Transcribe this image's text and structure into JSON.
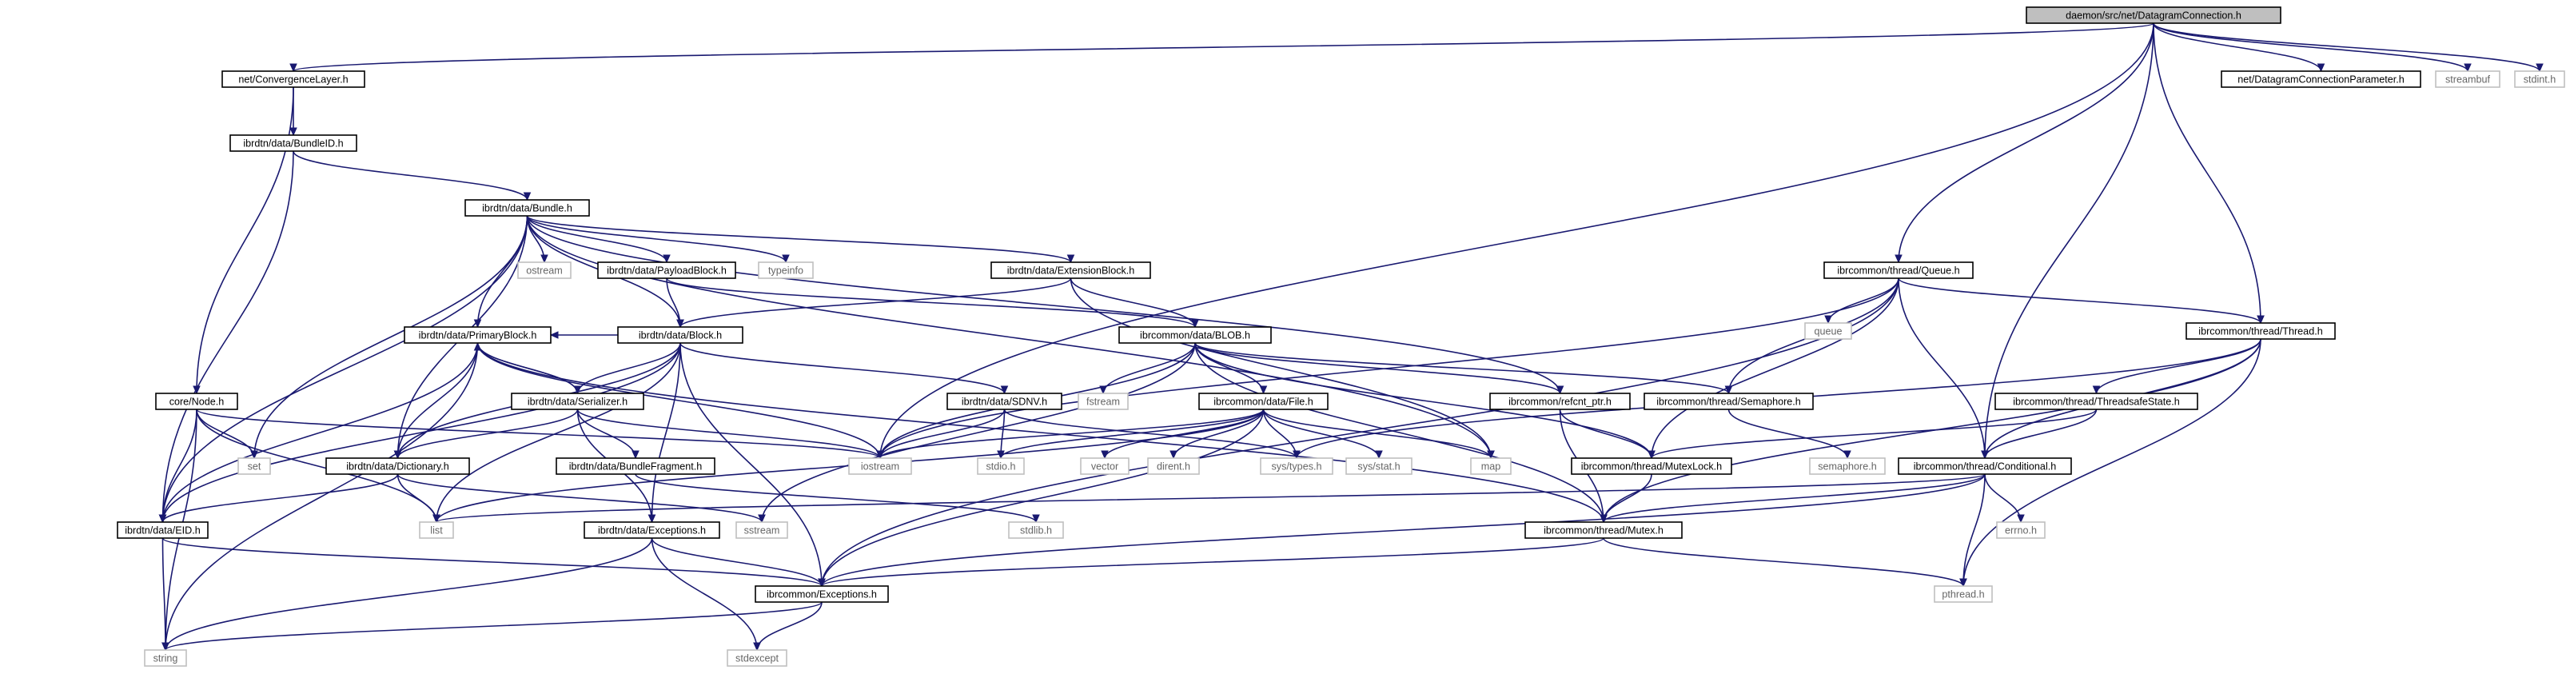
{
  "page": {
    "title": "daemon/src/net/DatagramConnection.h include dependency graph"
  },
  "colors": {
    "edge": "#191970",
    "root_fill": "#bfbfbf",
    "documented_border": "#000000",
    "undocumented_border": "#bfbfbf",
    "undocumented_text": "#666666"
  },
  "graph": {
    "nodes": [
      {
        "id": "root",
        "label": "daemon/src/net/DatagramConnection.h",
        "kind": "root"
      },
      {
        "id": "convergence",
        "label": "net/ConvergenceLayer.h",
        "kind": "documented"
      },
      {
        "id": "dgcparam",
        "label": "net/DatagramConnectionParameter.h",
        "kind": "documented"
      },
      {
        "id": "streambuf",
        "label": "streambuf",
        "kind": "external"
      },
      {
        "id": "stdint",
        "label": "stdint.h",
        "kind": "external"
      },
      {
        "id": "bundleid",
        "label": "ibrdtn/data/BundleID.h",
        "kind": "documented"
      },
      {
        "id": "bundle",
        "label": "ibrdtn/data/Bundle.h",
        "kind": "documented"
      },
      {
        "id": "ostream",
        "label": "ostream",
        "kind": "external"
      },
      {
        "id": "payload",
        "label": "ibrdtn/data/PayloadBlock.h",
        "kind": "documented"
      },
      {
        "id": "typeinfo",
        "label": "typeinfo",
        "kind": "external"
      },
      {
        "id": "extblock",
        "label": "ibrdtn/data/ExtensionBlock.h",
        "kind": "documented"
      },
      {
        "id": "queue_h",
        "label": "ibrcommon/thread/Queue.h",
        "kind": "documented"
      },
      {
        "id": "queue",
        "label": "queue",
        "kind": "external"
      },
      {
        "id": "thread",
        "label": "ibrcommon/thread/Thread.h",
        "kind": "documented"
      },
      {
        "id": "primary",
        "label": "ibrdtn/data/PrimaryBlock.h",
        "kind": "documented"
      },
      {
        "id": "block",
        "label": "ibrdtn/data/Block.h",
        "kind": "documented"
      },
      {
        "id": "blob",
        "label": "ibrcommon/data/BLOB.h",
        "kind": "documented"
      },
      {
        "id": "node",
        "label": "core/Node.h",
        "kind": "documented"
      },
      {
        "id": "serializer",
        "label": "ibrdtn/data/Serializer.h",
        "kind": "documented"
      },
      {
        "id": "sdnv",
        "label": "ibrdtn/data/SDNV.h",
        "kind": "documented"
      },
      {
        "id": "fstream",
        "label": "fstream",
        "kind": "external"
      },
      {
        "id": "file",
        "label": "ibrcommon/data/File.h",
        "kind": "documented"
      },
      {
        "id": "refcnt",
        "label": "ibrcommon/refcnt_ptr.h",
        "kind": "documented"
      },
      {
        "id": "semaphore_h",
        "label": "ibrcommon/thread/Semaphore.h",
        "kind": "documented"
      },
      {
        "id": "tsstate",
        "label": "ibrcommon/thread/ThreadsafeState.h",
        "kind": "documented"
      },
      {
        "id": "set",
        "label": "set",
        "kind": "external"
      },
      {
        "id": "iostream",
        "label": "iostream",
        "kind": "external"
      },
      {
        "id": "bundlefrag",
        "label": "ibrdtn/data/BundleFragment.h",
        "kind": "documented"
      },
      {
        "id": "stdio",
        "label": "stdio.h",
        "kind": "external"
      },
      {
        "id": "vector",
        "label": "vector",
        "kind": "external"
      },
      {
        "id": "dirent",
        "label": "dirent.h",
        "kind": "external"
      },
      {
        "id": "systypes",
        "label": "sys/types.h",
        "kind": "external"
      },
      {
        "id": "sysstat",
        "label": "sys/stat.h",
        "kind": "external"
      },
      {
        "id": "map",
        "label": "map",
        "kind": "external"
      },
      {
        "id": "mutexlock",
        "label": "ibrcommon/thread/MutexLock.h",
        "kind": "documented"
      },
      {
        "id": "semaphore",
        "label": "semaphore.h",
        "kind": "external"
      },
      {
        "id": "conditional",
        "label": "ibrcommon/thread/Conditional.h",
        "kind": "documented"
      },
      {
        "id": "dictionary",
        "label": "ibrdtn/data/Dictionary.h",
        "kind": "documented"
      },
      {
        "id": "list",
        "label": "list",
        "kind": "external"
      },
      {
        "id": "eid",
        "label": "ibrdtn/data/EID.h",
        "kind": "documented"
      },
      {
        "id": "ibrdtnexc",
        "label": "ibrdtn/data/Exceptions.h",
        "kind": "documented"
      },
      {
        "id": "sstream",
        "label": "sstream",
        "kind": "external"
      },
      {
        "id": "stdlib",
        "label": "stdlib.h",
        "kind": "external"
      },
      {
        "id": "mutex",
        "label": "ibrcommon/thread/Mutex.h",
        "kind": "documented"
      },
      {
        "id": "errno",
        "label": "errno.h",
        "kind": "external"
      },
      {
        "id": "ibrcommonexc",
        "label": "ibrcommon/Exceptions.h",
        "kind": "documented"
      },
      {
        "id": "pthread",
        "label": "pthread.h",
        "kind": "external"
      },
      {
        "id": "string",
        "label": "string",
        "kind": "external"
      },
      {
        "id": "stdexcept",
        "label": "stdexcept",
        "kind": "external"
      }
    ],
    "edges": [
      [
        "root",
        "convergence"
      ],
      [
        "root",
        "dgcparam"
      ],
      [
        "root",
        "streambuf"
      ],
      [
        "root",
        "stdint"
      ],
      [
        "root",
        "iostream"
      ],
      [
        "root",
        "queue_h"
      ],
      [
        "root",
        "thread"
      ],
      [
        "root",
        "conditional"
      ],
      [
        "convergence",
        "bundleid"
      ],
      [
        "convergence",
        "node"
      ],
      [
        "bundleid",
        "bundle"
      ],
      [
        "bundleid",
        "eid"
      ],
      [
        "bundle",
        "ostream"
      ],
      [
        "bundle",
        "payload"
      ],
      [
        "bundle",
        "typeinfo"
      ],
      [
        "bundle",
        "extblock"
      ],
      [
        "bundle",
        "primary"
      ],
      [
        "bundle",
        "block"
      ],
      [
        "bundle",
        "refcnt"
      ],
      [
        "bundle",
        "set"
      ],
      [
        "bundle",
        "map"
      ],
      [
        "bundle",
        "dictionary"
      ],
      [
        "bundle",
        "eid"
      ],
      [
        "payload",
        "block"
      ],
      [
        "payload",
        "blob"
      ],
      [
        "extblock",
        "block"
      ],
      [
        "extblock",
        "blob"
      ],
      [
        "extblock",
        "map"
      ],
      [
        "primary",
        "serializer"
      ],
      [
        "primary",
        "dictionary"
      ],
      [
        "primary",
        "eid"
      ],
      [
        "primary",
        "iostream"
      ],
      [
        "primary",
        "string"
      ],
      [
        "primary",
        "mutex"
      ],
      [
        "block",
        "primary"
      ],
      [
        "block",
        "serializer"
      ],
      [
        "block",
        "sdnv"
      ],
      [
        "block",
        "list"
      ],
      [
        "block",
        "ibrdtnexc"
      ],
      [
        "block",
        "ibrcommonexc"
      ],
      [
        "block",
        "dictionary"
      ],
      [
        "block",
        "eid"
      ],
      [
        "serializer",
        "primary"
      ],
      [
        "serializer",
        "bundlefrag"
      ],
      [
        "serializer",
        "dictionary"
      ],
      [
        "serializer",
        "iostream"
      ],
      [
        "serializer",
        "ibrdtnexc"
      ],
      [
        "bundlefrag",
        "stdlib"
      ],
      [
        "sdnv",
        "stdio"
      ],
      [
        "sdnv",
        "iostream"
      ],
      [
        "sdnv",
        "systypes"
      ],
      [
        "blob",
        "fstream"
      ],
      [
        "blob",
        "file"
      ],
      [
        "blob",
        "refcnt"
      ],
      [
        "blob",
        "semaphore_h"
      ],
      [
        "blob",
        "mutexlock"
      ],
      [
        "blob",
        "iostream"
      ],
      [
        "blob",
        "sstream"
      ],
      [
        "blob",
        "mutex"
      ],
      [
        "file",
        "stdio"
      ],
      [
        "file",
        "vector"
      ],
      [
        "file",
        "dirent"
      ],
      [
        "file",
        "systypes"
      ],
      [
        "file",
        "sysstat"
      ],
      [
        "file",
        "map"
      ],
      [
        "file",
        "list"
      ],
      [
        "file",
        "iostream"
      ],
      [
        "file",
        "ibrcommonexc"
      ],
      [
        "refcnt",
        "mutexlock"
      ],
      [
        "refcnt",
        "mutex"
      ],
      [
        "semaphore_h",
        "semaphore"
      ],
      [
        "queue_h",
        "queue"
      ],
      [
        "queue_h",
        "iostream"
      ],
      [
        "queue_h",
        "semaphore_h"
      ],
      [
        "queue_h",
        "mutexlock"
      ],
      [
        "queue_h",
        "thread"
      ],
      [
        "queue_h",
        "conditional"
      ],
      [
        "queue_h",
        "ibrcommonexc"
      ],
      [
        "thread",
        "tsstate"
      ],
      [
        "thread",
        "systypes"
      ],
      [
        "thread",
        "conditional"
      ],
      [
        "thread",
        "mutex"
      ],
      [
        "thread",
        "pthread"
      ],
      [
        "tsstate",
        "mutexlock"
      ],
      [
        "tsstate",
        "conditional"
      ],
      [
        "mutexlock",
        "mutex"
      ],
      [
        "conditional",
        "mutex"
      ],
      [
        "conditional",
        "list"
      ],
      [
        "conditional",
        "errno"
      ],
      [
        "conditional",
        "pthread"
      ],
      [
        "conditional",
        "ibrcommonexc"
      ],
      [
        "mutex",
        "ibrcommonexc"
      ],
      [
        "mutex",
        "pthread"
      ],
      [
        "node",
        "set"
      ],
      [
        "node",
        "list"
      ],
      [
        "node",
        "eid"
      ],
      [
        "node",
        "iostream"
      ],
      [
        "node",
        "string"
      ],
      [
        "dictionary",
        "list"
      ],
      [
        "dictionary",
        "eid"
      ],
      [
        "dictionary",
        "sstream"
      ],
      [
        "eid",
        "string"
      ],
      [
        "eid",
        "ibrcommonexc"
      ],
      [
        "ibrdtnexc",
        "ibrcommonexc"
      ],
      [
        "ibrdtnexc",
        "string"
      ],
      [
        "ibrdtnexc",
        "stdexcept"
      ],
      [
        "ibrcommonexc",
        "string"
      ],
      [
        "ibrcommonexc",
        "stdexcept"
      ]
    ]
  }
}
